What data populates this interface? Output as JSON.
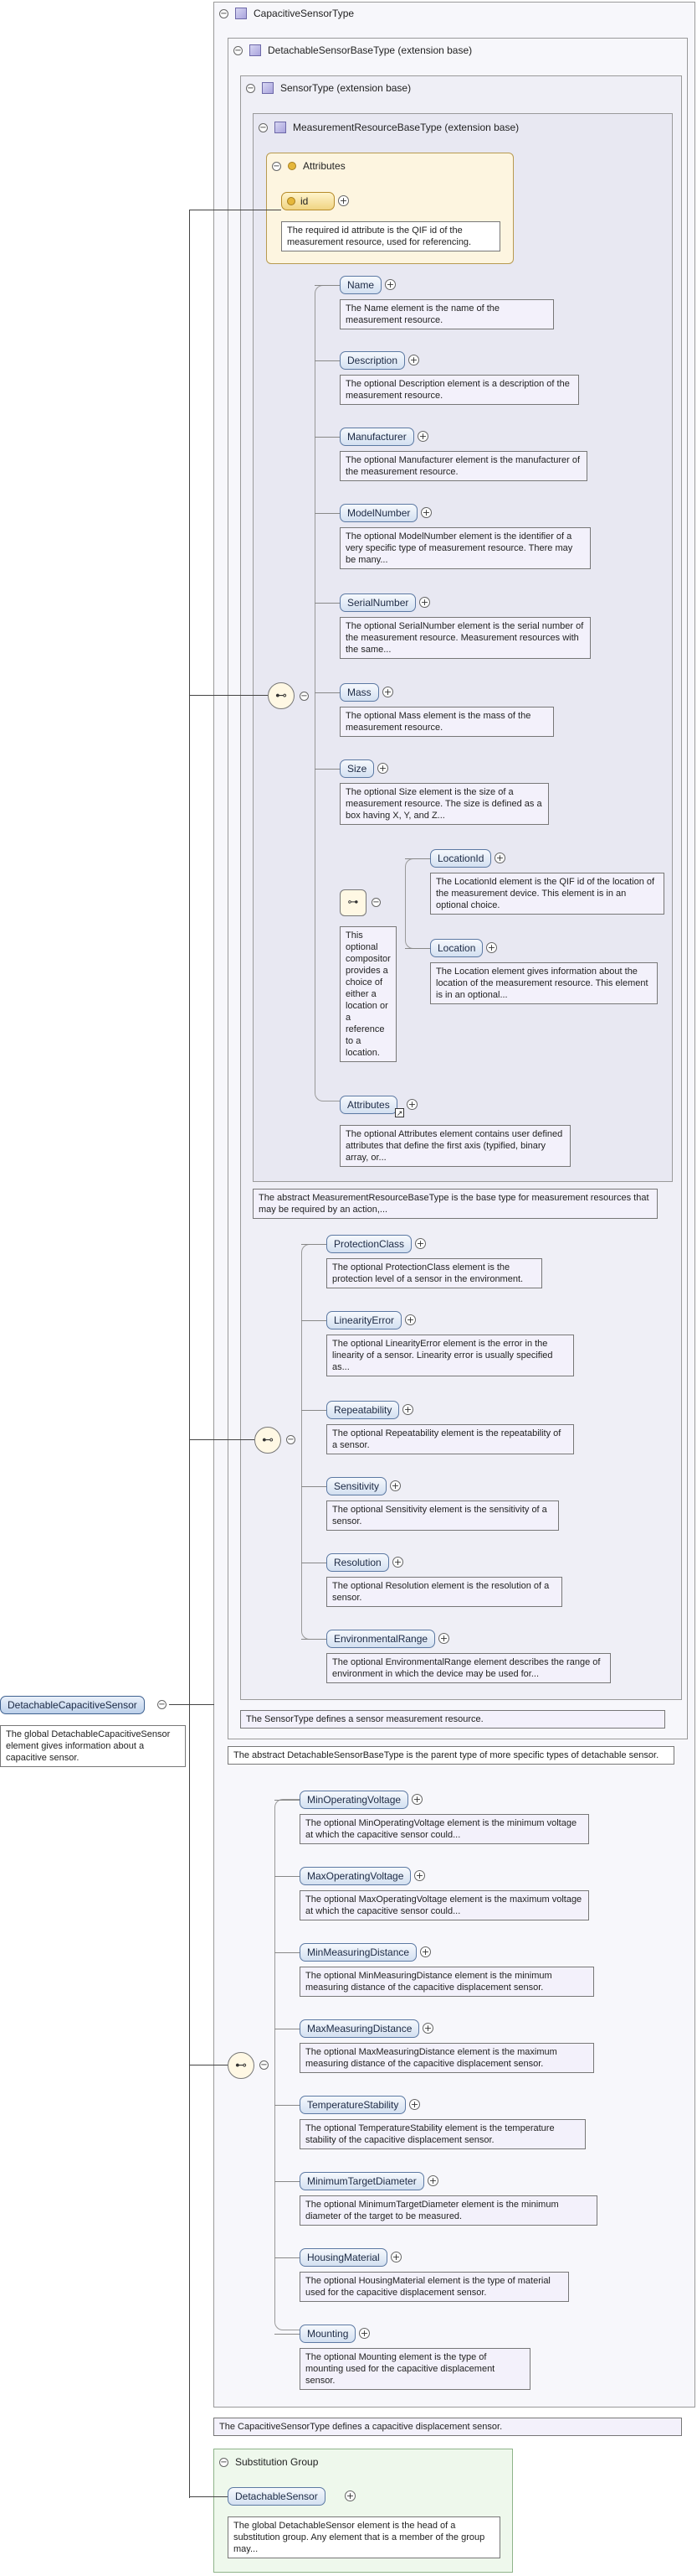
{
  "types": {
    "capacitive": "CapacitiveSensorType",
    "detachable_base": "DetachableSensorBaseType (extension base)",
    "sensor": "SensorType (extension base)",
    "measurement_resource": "MeasurementResourceBaseType (extension base)"
  },
  "attributes": {
    "title": "Attributes",
    "id_label": "id",
    "id_doc": "The required id attribute is the QIF id of the measurement resource, used for referencing."
  },
  "measurement_elements": [
    {
      "label": "Name",
      "doc": "The Name element is the name of the measurement resource."
    },
    {
      "label": "Description",
      "doc": "The optional Description element is a description of the measurement resource."
    },
    {
      "label": "Manufacturer",
      "doc": "The optional Manufacturer element is the manufacturer of the measurement resource."
    },
    {
      "label": "ModelNumber",
      "doc": "The optional ModelNumber element is the identifier of a very specific type of measurement resource. There may be many..."
    },
    {
      "label": "SerialNumber",
      "doc": "The optional SerialNumber element is the serial number of the measurement resource. Measurement resources with the same..."
    },
    {
      "label": "Mass",
      "doc": "The optional Mass element is the mass of the measurement resource."
    },
    {
      "label": "Size",
      "doc": "The optional Size element is the size of a measurement resource. The size is defined as a box having X, Y, and Z..."
    }
  ],
  "choice": {
    "doc": "This optional compositor provides a choice of either a location or a reference to a location.",
    "items": [
      {
        "label": "LocationId",
        "doc": "The LocationId element is the QIF id of the location of the measurement device. This element is in an optional choice."
      },
      {
        "label": "Location",
        "doc": "The Location element gives information about the location of the measurement resource. This element is in an optional..."
      }
    ]
  },
  "measurement_attributes": {
    "label": "Attributes",
    "doc": "The optional Attributes element contains user defined attributes that define the first axis (typified, binary array, or..."
  },
  "measurement_resource_doc": "The abstract MeasurementResourceBaseType is the base type for measurement resources that may be required by an action,...",
  "sensor_elements": [
    {
      "label": "ProtectionClass",
      "doc": "The optional ProtectionClass element is the protection level of a sensor in the environment."
    },
    {
      "label": "LinearityError",
      "doc": "The optional LinearityError element is the error in the linearity of a sensor. Linearity error is usually specified as..."
    },
    {
      "label": "Repeatability",
      "doc": "The optional Repeatability element is the repeatability of a sensor."
    },
    {
      "label": "Sensitivity",
      "doc": "The optional Sensitivity element is the sensitivity of a sensor."
    },
    {
      "label": "Resolution",
      "doc": "The optional Resolution element is the resolution of a sensor."
    },
    {
      "label": "EnvironmentalRange",
      "doc": "The optional EnvironmentalRange element describes the range of environment in which the device may be used for..."
    }
  ],
  "sensor_doc": "The SensorType defines a sensor measurement resource.",
  "detachable_base_doc": "The abstract DetachableSensorBaseType is the parent type of more specific types of detachable sensor.",
  "capacitive_elements": [
    {
      "label": "MinOperatingVoltage",
      "doc": "The optional MinOperatingVoltage element is the minimum voltage at which the capacitive sensor could..."
    },
    {
      "label": "MaxOperatingVoltage",
      "doc": "The optional MaxOperatingVoltage element is the maximum voltage at which the capacitive sensor could..."
    },
    {
      "label": "MinMeasuringDistance",
      "doc": "The optional MinMeasuringDistance element is the minimum measuring distance of the capacitive displacement sensor."
    },
    {
      "label": "MaxMeasuringDistance",
      "doc": "The optional MaxMeasuringDistance element is the maximum measuring distance of the capacitive displacement sensor."
    },
    {
      "label": "TemperatureStability",
      "doc": "The optional TemperatureStability element is the temperature stability of the capacitive displacement sensor."
    },
    {
      "label": "MinimumTargetDiameter",
      "doc": "The optional MinimumTargetDiameter element is the minimum diameter of the target to be measured."
    },
    {
      "label": "HousingMaterial",
      "doc": "The optional HousingMaterial element is the type of material used for the capacitive displacement sensor."
    },
    {
      "label": "Mounting",
      "doc": "The optional Mounting element is the type of mounting used for the capacitive displacement sensor."
    }
  ],
  "capacitive_doc": "The CapacitiveSensorType defines a capacitive displacement sensor.",
  "substitution": {
    "title": "Substitution Group",
    "element": "DetachableSensor",
    "doc": "The global DetachableSensor element is the head of a substitution group. Any element that is a member of the group may..."
  },
  "root": {
    "label": "DetachableCapacitiveSensor",
    "doc": "The global DetachableCapacitiveSensor element gives information about a capacitive sensor."
  },
  "glyphs": {
    "collapse": "−",
    "expand": "+",
    "sequence": "⊷",
    "choice": "⊶"
  }
}
